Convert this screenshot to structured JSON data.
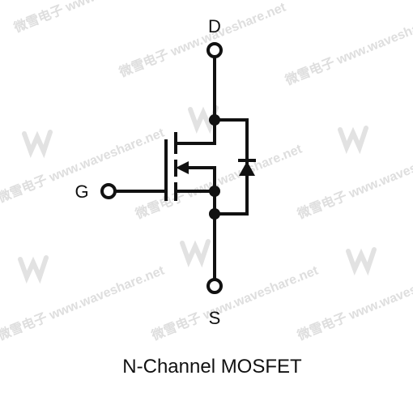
{
  "terminals": {
    "drain": "D",
    "gate": "G",
    "source": "S"
  },
  "caption": "N-Channel MOSFET",
  "watermark": {
    "text": "微雪电子 www.waveshare.net",
    "color": "#d9d9d9",
    "logo_icon": "waveshare-logo-icon"
  },
  "colors": {
    "line": "#111111",
    "background": "#ffffff"
  }
}
